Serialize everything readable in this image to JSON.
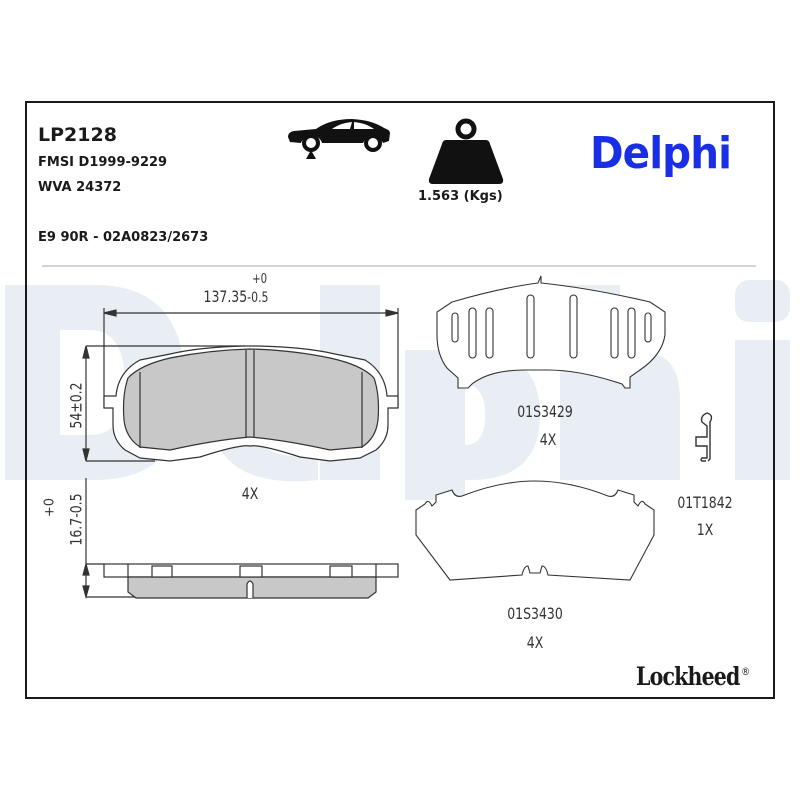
{
  "header": {
    "part_number": "LP2128",
    "fmsi": "FMSI D1999-9229",
    "wva": "WVA 24372",
    "approval": "E9 90R - 02A0823/2673",
    "position_icon": "car-front-axle-icon",
    "weight_icon": "weight-icon",
    "weight": "1.563 (Kgs)"
  },
  "branding": {
    "brand": "Delphi",
    "brand_color": "#1a2ee6",
    "watermark": "Delphi",
    "watermark_color": "#e8edf4",
    "sub_brand": "Lockheed",
    "registered_mark": "®"
  },
  "drawing": {
    "pad": {
      "width_dim": "137.35",
      "width_tol_upper": "+0",
      "width_tol_lower": "-0.5",
      "height_dim": "54±0.2",
      "thickness_dim": "16.7",
      "thickness_tol_upper": "+0",
      "thickness_tol_lower": "-0.5",
      "quantity": "4X",
      "friction_fill": "#c8c8c8"
    },
    "shim_1": {
      "code": "01S3429",
      "quantity": "4X"
    },
    "clip": {
      "code": "01T1842",
      "quantity": "1X"
    },
    "shim_2": {
      "code": "01S3430",
      "quantity": "4X"
    }
  },
  "colors": {
    "frame": "#1a1a1a",
    "line": "#333333",
    "separator": "#d4d4d4"
  }
}
